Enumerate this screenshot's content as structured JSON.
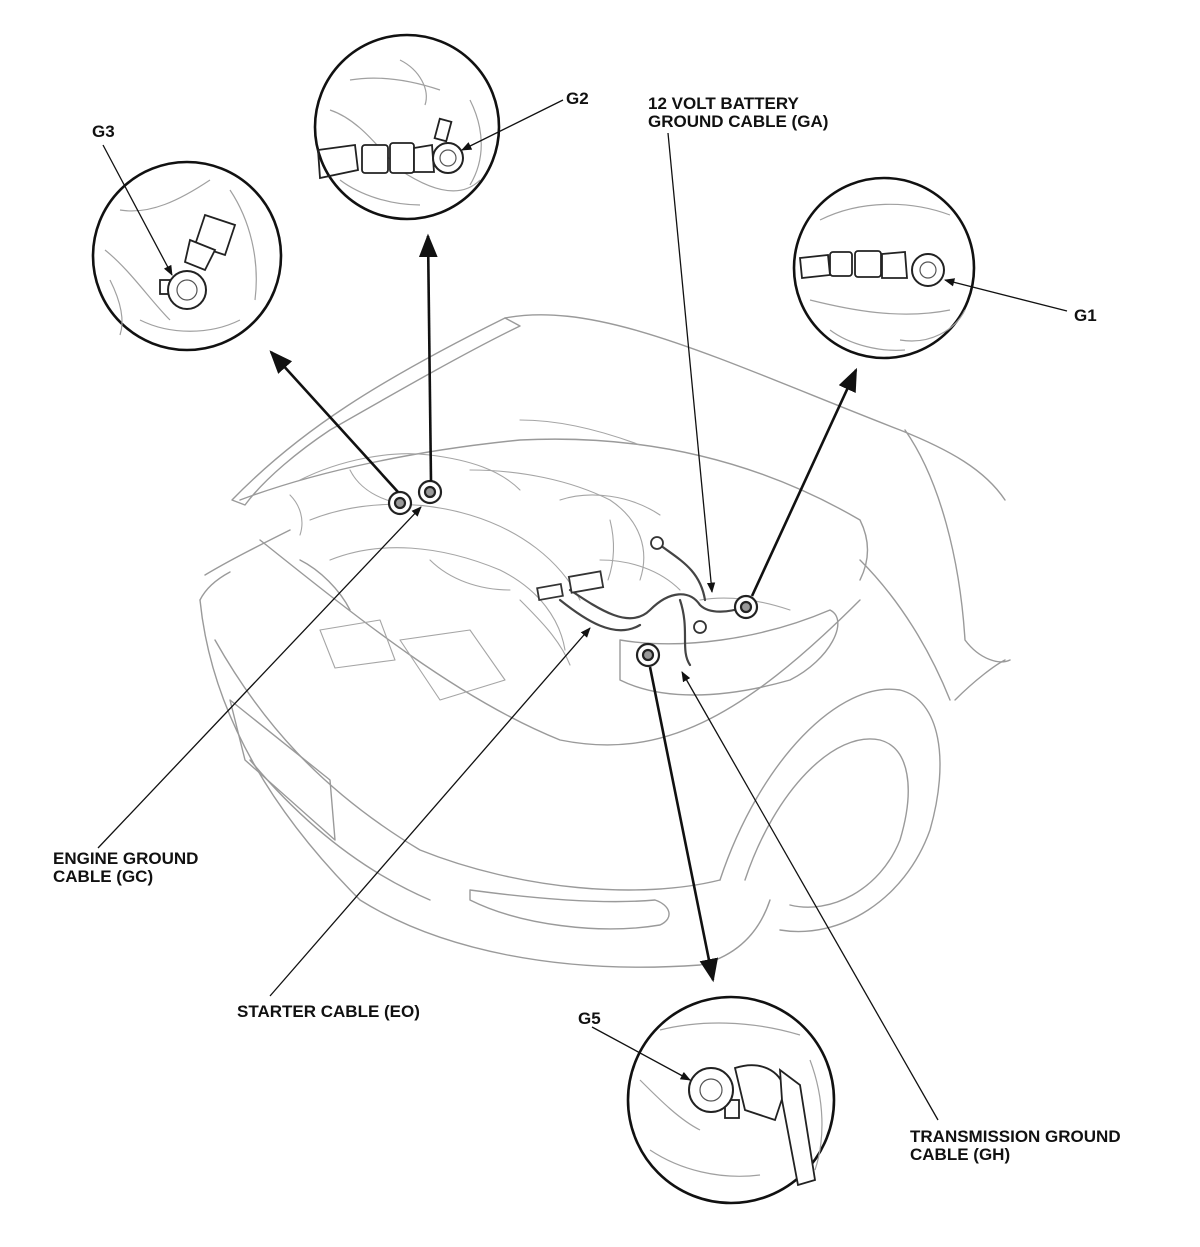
{
  "diagram": {
    "labels": {
      "g1": "G1",
      "g2": "G2",
      "g3": "G3",
      "g5": "G5",
      "battery_ground_line1": "12 VOLT BATTERY",
      "battery_ground_line2": "GROUND CABLE (GA)",
      "engine_ground_line1": "ENGINE GROUND",
      "engine_ground_line2": "CABLE (GC)",
      "starter_cable": "STARTER CABLE (EO)",
      "transmission_ground_line1": "TRANSMISSION GROUND",
      "transmission_ground_line2": "CABLE (GH)"
    },
    "colors": {
      "ink": "#111111",
      "outline": "#8a8a8a",
      "light_outline": "#b5b5b5"
    },
    "icons": [
      "ground-terminal-icon",
      "ring-terminal-icon",
      "bolt-icon"
    ]
  }
}
